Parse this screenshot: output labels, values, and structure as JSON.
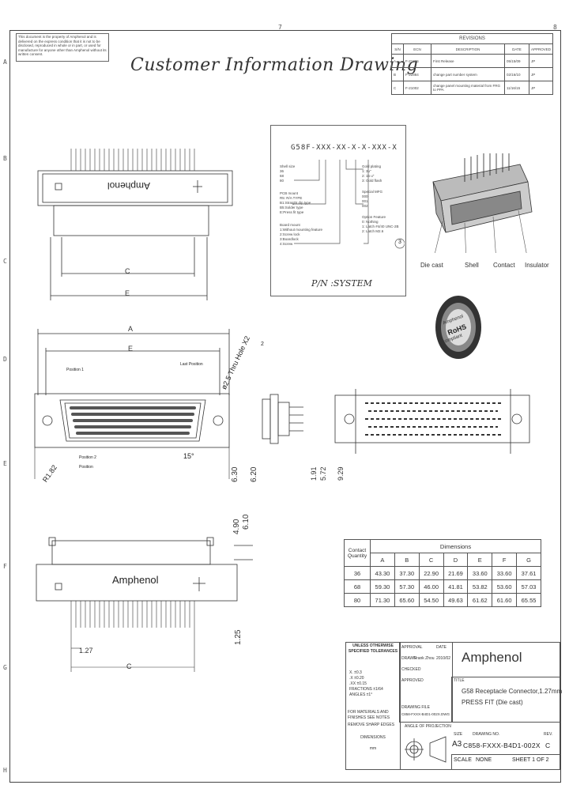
{
  "zones": {
    "top": [
      "8",
      "7"
    ],
    "left": [
      "A",
      "B",
      "C",
      "D",
      "E",
      "F",
      "G",
      "H"
    ]
  },
  "confidential_note": "This document is the property of Amphenol and is delivered on the express condition that it is not to be disclosed, reproduced in whole or in part, or used for manufacture for anyone other than Amphenol without its written consent.",
  "drawing_title": "Customer Information Drawing",
  "revisions": {
    "heading": "REVISIONS",
    "columns": [
      "S/N",
      "ECN",
      "DESCRIPTION",
      "DATE",
      "APPROVED"
    ],
    "rows": [
      {
        "sn": "A",
        "ecn": "F-21336",
        "desc": "First Release",
        "date": "05/15/09",
        "app": "JP"
      },
      {
        "sn": "B",
        "ecn": "F-22884",
        "desc": "change part number system",
        "date": "02/16/10",
        "app": "JP"
      },
      {
        "sn": "C",
        "ecn": "F-21002",
        "desc": "change panel mounting material from FRG to PPA",
        "date": "11/16/15",
        "app": "JP"
      }
    ]
  },
  "part_number": {
    "code": "G58F-XXX-XX-X-X-XXX-X",
    "left_items": [
      "Shell size",
      "36",
      "68",
      "80",
      "PCB mount",
      "R5: R/A TYPE",
      "B1:Straight dip type",
      "B5:Solder type",
      "E:Press fit type",
      "Board mount",
      "1:Without mounting feature",
      "2:Screw lock",
      "3:Boardlock",
      "4:Screw"
    ],
    "right_items": [
      "Gold plating",
      "1: 3u\"",
      "2: 15 u\"",
      "3: Gold flash",
      "Special MFG",
      "000",
      "001",
      "002",
      "Option Feature",
      "0: Nothing",
      "1: Latch #4/40 UNC-2B",
      "2: Latch M2.6"
    ],
    "label": "P/N :SYSTEM",
    "note_number": "3"
  },
  "iso_callouts": [
    "Die cast",
    "Shell",
    "Contact",
    "Insulator"
  ],
  "rohs_seal": {
    "line1": "Amphenol",
    "line2": "RoHS",
    "line3": "compliant"
  },
  "top_view": {
    "brand": "Amphenol",
    "dims": [
      "C",
      "E"
    ]
  },
  "front_view": {
    "labels": [
      "Position 1",
      "Last Position",
      "Position 2",
      "Position"
    ],
    "dims": [
      "A",
      "E"
    ],
    "hole_callout": "ø2.5 Thru Hole X2",
    "radius": "R1.82",
    "angle": "15°",
    "note_number": "2",
    "right_dims": [
      "6.30",
      "6.20"
    ]
  },
  "side_view": {
    "dims": [
      "1.91",
      "5.72",
      "9.29"
    ]
  },
  "bottom_view": {
    "brand": "Amphenol",
    "dims": [
      "4.90",
      "6.10",
      "1.25",
      "1.27",
      "C"
    ]
  },
  "dims_table": {
    "header_left": "Contact Quantity",
    "header_group": "Dimensions",
    "columns": [
      "A",
      "B",
      "C",
      "D",
      "E",
      "F",
      "G"
    ],
    "rows": [
      {
        "q": "36",
        "v": [
          "43.30",
          "37.30",
          "22.90",
          "21.69",
          "33.60",
          "33.60",
          "37.61"
        ]
      },
      {
        "q": "68",
        "v": [
          "59.30",
          "57.30",
          "46.00",
          "41.81",
          "53.82",
          "53.60",
          "57.03"
        ]
      },
      {
        "q": "80",
        "v": [
          "71.30",
          "65.60",
          "54.50",
          "49.63",
          "61.62",
          "61.60",
          "65.55"
        ]
      }
    ]
  },
  "title_block": {
    "tolerances_heading": "UNLESS OTHERWISE SPECIFIED TOLERANCES",
    "tolerance_lines": [
      "X. ±0.3",
      ".X ±0.20",
      ".XX ±0.15",
      "FRACTIONS ±1/64",
      "ANGLES ±1°"
    ],
    "materials": "FOR MATERIALS AND FINISHES SEE NOTES",
    "remove_burrs": "REMOVE SHARP EDGES",
    "dimensions": "DIMENSIONS",
    "units": "mm",
    "approval": "APPROVAL",
    "date": "DATE",
    "drawn_label": "DRAWN",
    "drawn_by": "Frank Zhou",
    "drawn_date": "2010/02",
    "checked_label": "CHECKED",
    "approved_label": "APPROVED",
    "drawing_file": "DRAWING FILE",
    "file_name": "C858-FXXX-B4D1-002X.DWG",
    "projection": "ANGLE OF PROJECTION",
    "company": "Amphenol",
    "title_label": "TITLE",
    "title_line1": "G58 Receptacle Connector,1.27mm",
    "title_line2": "PRESS FIT (Die cast)",
    "size_label": "SIZE",
    "size": "A3",
    "dwg_no_label": "DRAWING NO.",
    "dwg_no": "C858-FXXX-B4D1-002X",
    "rev_label": "REV.",
    "rev": "C",
    "scale_label": "SCALE",
    "scale": "NONE",
    "sheet": "SHEET 1 OF 2"
  }
}
